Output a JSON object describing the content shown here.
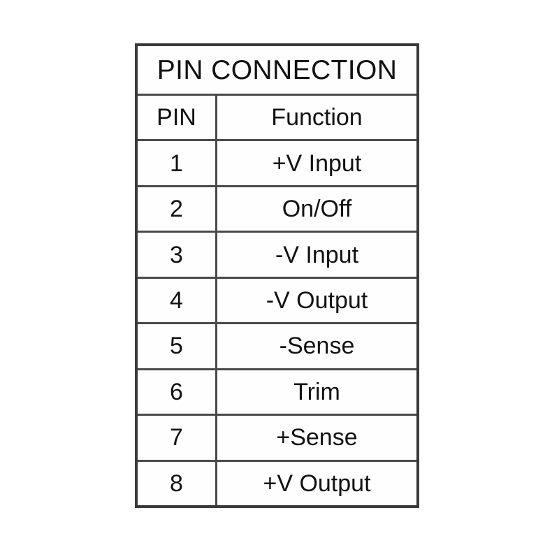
{
  "table": {
    "title": "PIN CONNECTION",
    "columns": [
      "PIN",
      "Function"
    ],
    "rows": [
      {
        "pin": "1",
        "function": "+V Input"
      },
      {
        "pin": "2",
        "function": "On/Off"
      },
      {
        "pin": "3",
        "function": "-V Input"
      },
      {
        "pin": "4",
        "function": "-V Output"
      },
      {
        "pin": "5",
        "function": "-Sense"
      },
      {
        "pin": "6",
        "function": "Trim"
      },
      {
        "pin": "7",
        "function": "+Sense"
      },
      {
        "pin": "8",
        "function": "+V Output"
      }
    ]
  },
  "colors": {
    "page_background": "#ffffff",
    "table_background": "#fefefe",
    "outer_border": "#3a3a3a",
    "inner_border": "#4a4a4a",
    "text": "#121212"
  }
}
